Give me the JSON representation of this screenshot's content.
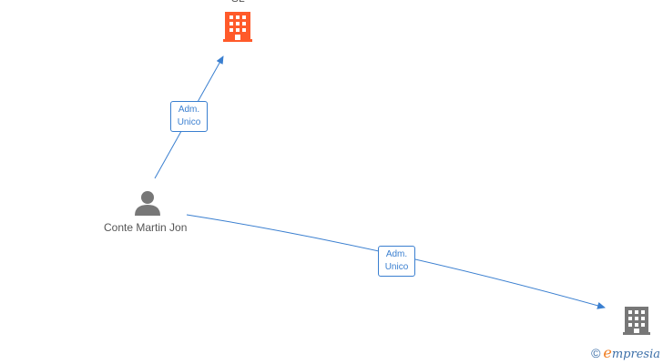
{
  "nodes": {
    "person": {
      "label": "Conte Martin Jon",
      "icon": "person-icon",
      "color": "#777777"
    },
    "company_top": {
      "label": "SL",
      "icon": "building-icon",
      "color": "#ff5a2a"
    },
    "company_bottom": {
      "label": "",
      "icon": "building-icon",
      "color": "#777777"
    }
  },
  "edges": [
    {
      "from": "person",
      "to": "company_top",
      "line1": "Adm.",
      "line2": "Unico"
    },
    {
      "from": "person",
      "to": "company_bottom",
      "line1": "Adm.",
      "line2": "Unico"
    }
  ],
  "edge_color": "#3a7fd0",
  "brand": {
    "copyright": "©",
    "e": "e",
    "rest": "mpresia"
  }
}
